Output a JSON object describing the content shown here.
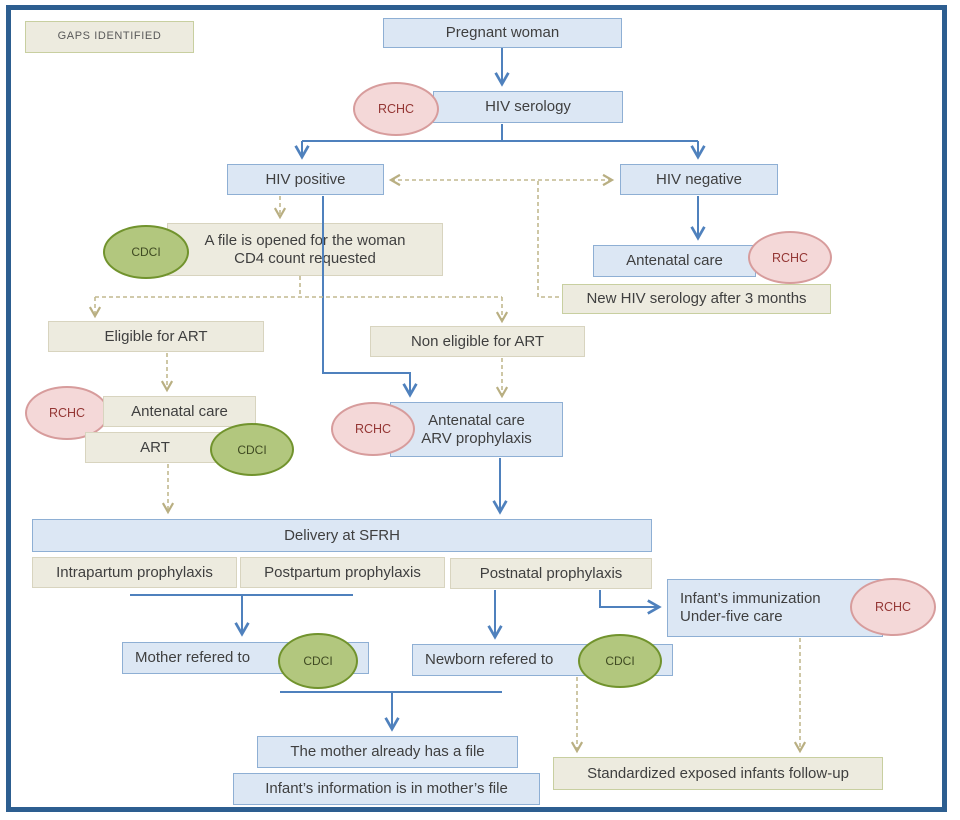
{
  "legend": {
    "gaps_identified": "GAPS IDENTIFIED"
  },
  "badges": {
    "rchc": "RCHC",
    "cdci": "CDCI"
  },
  "nodes": {
    "pregnant_woman": "Pregnant woman",
    "hiv_serology": "HIV serology",
    "hiv_positive": "HIV positive",
    "hiv_negative": "HIV negative",
    "file_opened_line1": "A file is opened for the woman",
    "file_opened_line2": "CD4 count requested",
    "antenatal_care_negative": "Antenatal care",
    "new_serology": "New HIV serology after 3 months",
    "eligible_art": "Eligible for ART",
    "non_eligible_art": "Non eligible for ART",
    "antenatal_care_art": "Antenatal care",
    "art": "ART",
    "anc_arv_line1": "Antenatal care",
    "anc_arv_line2": "ARV prophylaxis",
    "delivery": "Delivery at SFRH",
    "intrapartum": "Intrapartum prophylaxis",
    "postpartum": "Postpartum prophylaxis",
    "postnatal": "Postnatal prophylaxis",
    "infant_imm_line1": "Infant’s immunization",
    "infant_imm_line2": "Under-five care",
    "mother_refered": "Mother refered to",
    "newborn_refered": "Newborn refered to",
    "mother_has_file": "The mother already has a file",
    "infant_info": "Infant’s information is in mother’s file",
    "standardized_followup": "Standardized exposed infants follow-up"
  },
  "colors": {
    "frame_border": "#2d5e90",
    "solid_connector": "#4f81bd",
    "dashed_connector": "#c2b98f",
    "blue_node_fill": "#dce7f4",
    "blue_node_border": "#8eafd4",
    "tan_node_fill": "#edebdf",
    "tan_node_border": "#d8d4bf",
    "tan_node_border_green": "#c8cfa0",
    "rchc_fill": "#f4d8d8",
    "rchc_border": "#d79c9c",
    "rchc_text": "#943634",
    "cdci_fill": "#b2c77e",
    "cdci_border": "#71932d",
    "cdci_text": "#3f4a22",
    "text": "#3f3f3f"
  }
}
